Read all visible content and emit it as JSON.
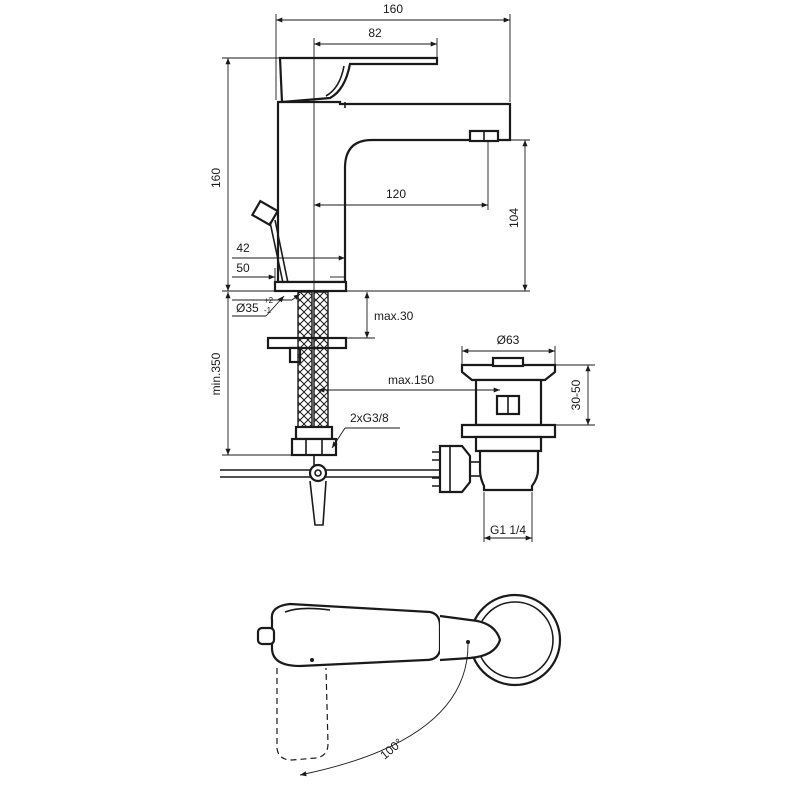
{
  "dimensions": {
    "total_width": "160",
    "handle_width": "82",
    "total_height": "160",
    "spout_reach": "120",
    "spout_height": "104",
    "base_42": "42",
    "base_50": "50",
    "hole_diameter": "Ø35",
    "hole_tolerance_upper": "+2",
    "hole_tolerance_lower": "-1",
    "max_thickness": "max.30",
    "min_hose": "min.350",
    "rod_length": "max.150",
    "hose_thread": "2xG3/8",
    "waste_diameter": "Ø63",
    "waste_range": "30-50",
    "waste_thread": "G1 1/4",
    "rotation_angle": "100°"
  },
  "colors": {
    "line": "#1a1a1a",
    "background": "#ffffff"
  }
}
